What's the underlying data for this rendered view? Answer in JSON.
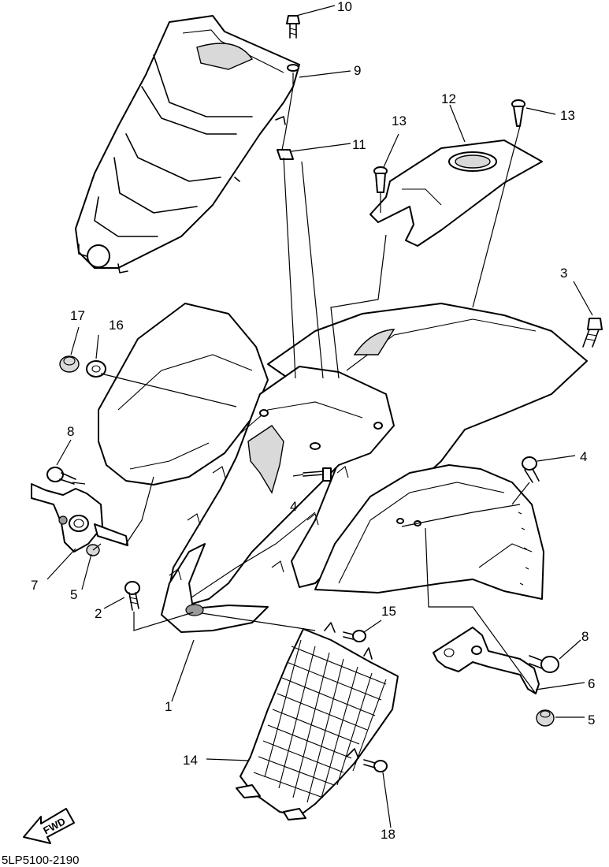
{
  "diagram": {
    "drawing_code": "5LP5100-2190",
    "direction_arrow": "FWD",
    "callouts": {
      "c1": "1",
      "c2": "2",
      "c3": "3",
      "c4a": "4",
      "c4b": "4",
      "c5a": "5",
      "c5b": "5",
      "c6": "6",
      "c7": "7",
      "c8a": "8",
      "c8b": "8",
      "c9": "9",
      "c10": "10",
      "c11": "11",
      "c12": "12",
      "c13a": "13",
      "c13b": "13",
      "c14": "14",
      "c15": "15",
      "c16": "16",
      "c17": "17",
      "c18": "18"
    }
  }
}
